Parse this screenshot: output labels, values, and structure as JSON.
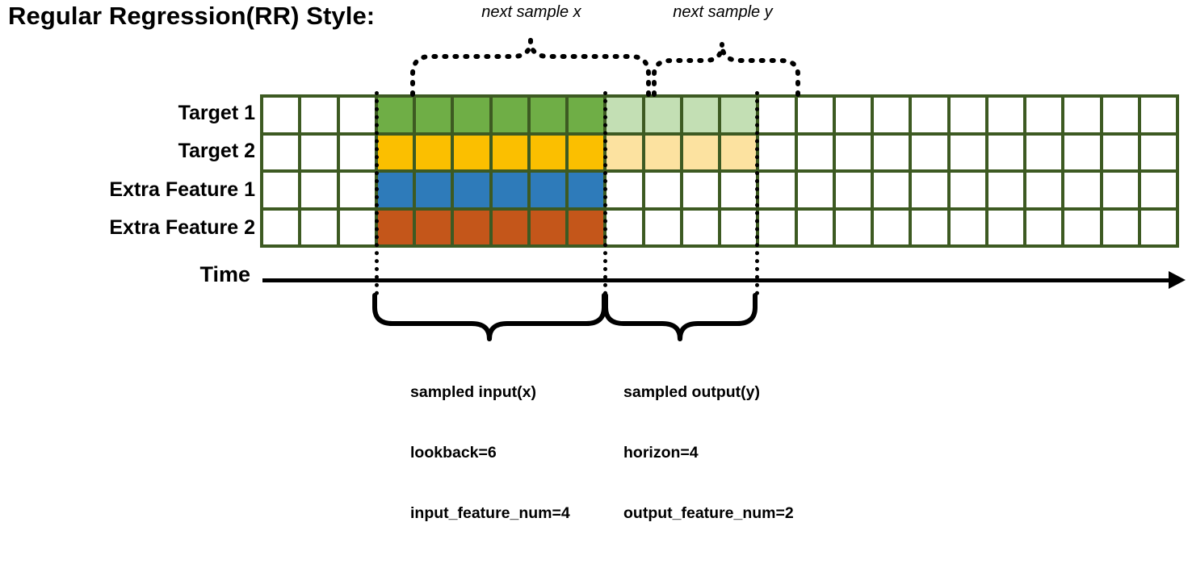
{
  "title": "Regular Regression(RR) Style:",
  "top_labels": {
    "x": "next sample x",
    "y": "next sample y"
  },
  "rows": [
    {
      "label": "Target 1",
      "color": "#6FAE46",
      "faded_color": "#C3DFB4"
    },
    {
      "label": "Target 2",
      "color": "#FBBF00",
      "faded_color": "#FCE2A0"
    },
    {
      "label": "Extra Feature 1",
      "color": "#2E7BBA",
      "faded_color": "#FFFFFF"
    },
    {
      "label": "Extra Feature 2",
      "color": "#C4561A",
      "faded_color": "#FFFFFF"
    }
  ],
  "grid": {
    "total_columns": 24,
    "blank_leading_columns": 3,
    "input_columns": 6,
    "output_columns": 4,
    "blank_trailing_columns": 11,
    "border_color": "#3D5A22",
    "empty_color": "#FFFFFF"
  },
  "axis": {
    "label": "Time",
    "direction": "right"
  },
  "annotations": {
    "input": {
      "line1": "sampled input(x)",
      "line2": "lookback=6",
      "line3": "input_feature_num=4"
    },
    "output": {
      "line1": "sampled output(y)",
      "line2": "horizon=4",
      "line3": "output_feature_num=2"
    }
  }
}
